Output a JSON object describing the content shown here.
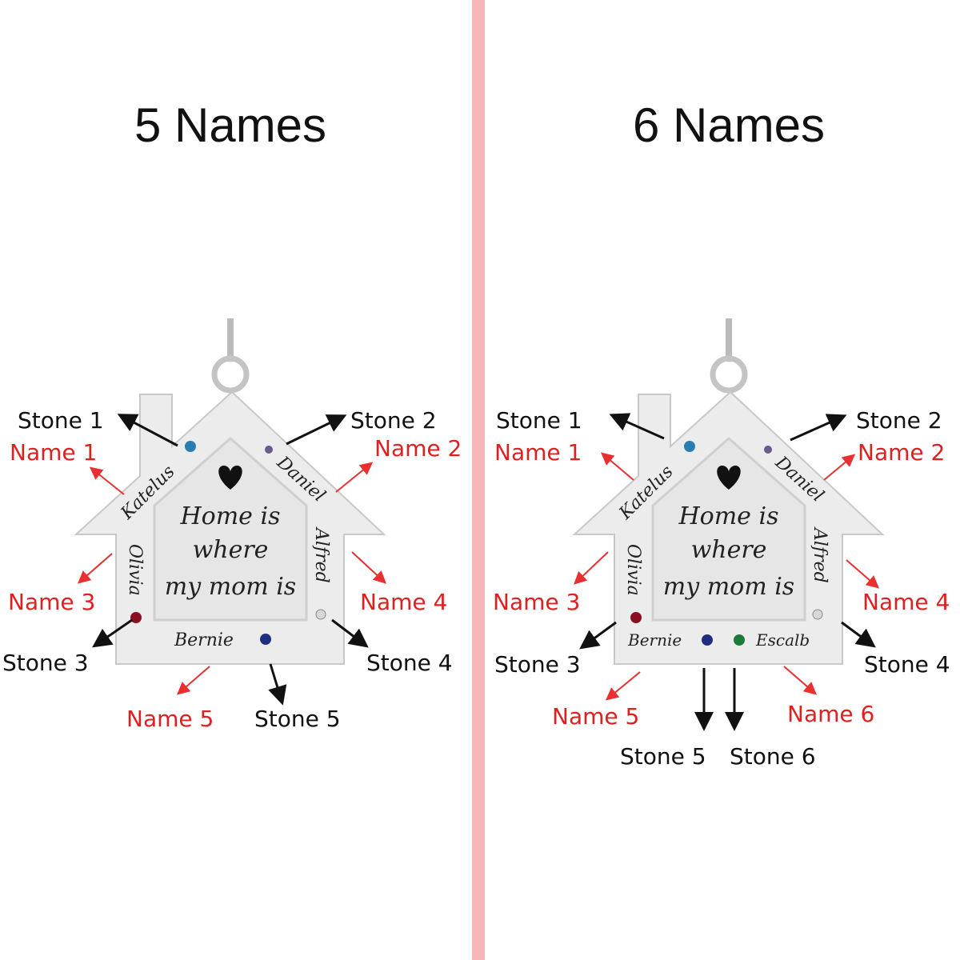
{
  "panels": [
    {
      "title": "5 Names",
      "labels": {
        "stone1": "Stone 1",
        "stone2": "Stone 2",
        "stone3": "Stone 3",
        "stone4": "Stone 4",
        "stone5": "Stone 5",
        "name1": "Name 1",
        "name2": "Name 2",
        "name3": "Name 3",
        "name4": "Name 4",
        "name5": "Name 5"
      },
      "engraving": {
        "name1": "Katelus",
        "name2": "Daniel",
        "name3": "Olivia",
        "name4": "Alfred",
        "name5": "Bernie",
        "quote": [
          "Home is",
          "where",
          "my mom is"
        ]
      },
      "stone_colors": [
        "#2a7fb0",
        "#6a5a8a",
        "#8a1020",
        "#d8d8d8",
        "#1f2f80"
      ]
    },
    {
      "title": "6 Names",
      "labels": {
        "stone1": "Stone 1",
        "stone2": "Stone 2",
        "stone3": "Stone 3",
        "stone4": "Stone 4",
        "stone5": "Stone 5",
        "stone6": "Stone 6",
        "name1": "Name 1",
        "name2": "Name 2",
        "name3": "Name 3",
        "name4": "Name 4",
        "name5": "Name 5",
        "name6": "Name 6"
      },
      "engraving": {
        "name1": "Katelus",
        "name2": "Daniel",
        "name3": "Olivia",
        "name4": "Alfred",
        "name5": "Bernie",
        "name6": "Escalb",
        "quote": [
          "Home is",
          "where",
          "my mom is"
        ]
      },
      "stone_colors": [
        "#2a7fb0",
        "#6a5a8a",
        "#8a1020",
        "#d8d8d8",
        "#1f2f80",
        "#1f7a3a"
      ]
    }
  ],
  "divider_color": "#f4b8b8"
}
